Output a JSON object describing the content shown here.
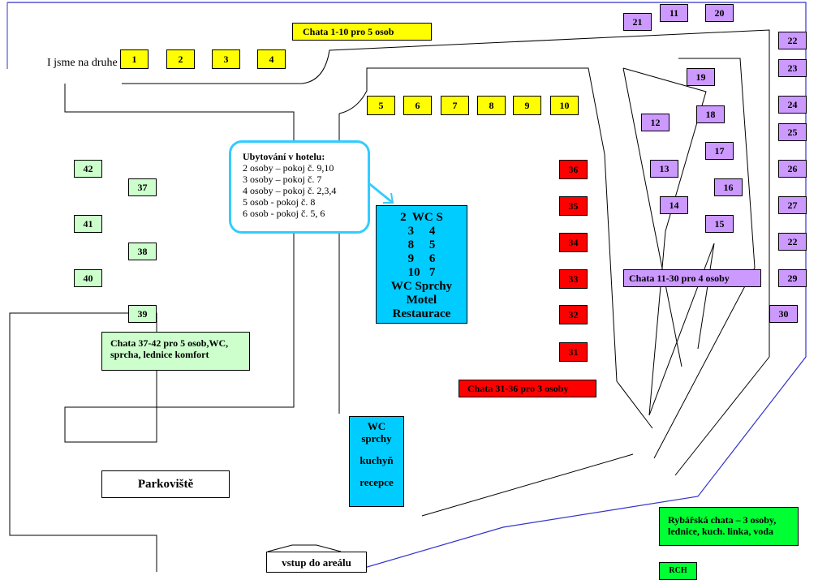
{
  "cabins_yellow": [
    {
      "id": "cab-1",
      "label": "1"
    },
    {
      "id": "cab-2",
      "label": "2"
    },
    {
      "id": "cab-3",
      "label": "3"
    },
    {
      "id": "cab-4",
      "label": "4"
    },
    {
      "id": "cab-5",
      "label": "5"
    },
    {
      "id": "cab-6",
      "label": "6"
    },
    {
      "id": "cab-7",
      "label": "7"
    },
    {
      "id": "cab-8",
      "label": "8"
    },
    {
      "id": "cab-9",
      "label": "9"
    },
    {
      "id": "cab-10",
      "label": "10"
    }
  ],
  "cabins_red": [
    {
      "id": "cab-31",
      "label": "31"
    },
    {
      "id": "cab-32",
      "label": "32"
    },
    {
      "id": "cab-33",
      "label": "33"
    },
    {
      "id": "cab-34",
      "label": "34"
    },
    {
      "id": "cab-35",
      "label": "35"
    },
    {
      "id": "cab-36",
      "label": "36"
    }
  ],
  "cabins_purple": [
    {
      "id": "cab-11",
      "label": "11"
    },
    {
      "id": "cab-12",
      "label": "12"
    },
    {
      "id": "cab-13",
      "label": "13"
    },
    {
      "id": "cab-14",
      "label": "14"
    },
    {
      "id": "cab-15",
      "label": "15"
    },
    {
      "id": "cab-16",
      "label": "16"
    },
    {
      "id": "cab-17",
      "label": "17"
    },
    {
      "id": "cab-18",
      "label": "18"
    },
    {
      "id": "cab-19",
      "label": "19"
    },
    {
      "id": "cab-20",
      "label": "20"
    },
    {
      "id": "cab-21",
      "label": "21"
    },
    {
      "id": "cab-22a",
      "label": "22"
    },
    {
      "id": "cab-23",
      "label": "23"
    },
    {
      "id": "cab-24",
      "label": "24"
    },
    {
      "id": "cab-25",
      "label": "25"
    },
    {
      "id": "cab-26",
      "label": "26"
    },
    {
      "id": "cab-27",
      "label": "27"
    },
    {
      "id": "cab-22b",
      "label": "22"
    },
    {
      "id": "cab-29",
      "label": "29"
    },
    {
      "id": "cab-30",
      "label": "30"
    }
  ],
  "cabins_lgreen": [
    {
      "id": "cab-37",
      "label": "37"
    },
    {
      "id": "cab-38",
      "label": "38"
    },
    {
      "id": "cab-39",
      "label": "39"
    },
    {
      "id": "cab-40",
      "label": "40"
    },
    {
      "id": "cab-41",
      "label": "41"
    },
    {
      "id": "cab-42",
      "label": "42"
    }
  ],
  "labels": {
    "chata_1_10": "Chata  1-10   pro 5 osob",
    "chata_11_30": "Chata 11-30  pro 4 osoby",
    "chata_31_36": "Chata 31-36  pro 3 osoby",
    "chata_37_42_l1": "Chata 37-42   pro 5 osob,WC,",
    "chata_37_42_l2": "sprcha, lednice komfort",
    "rybarska_l1": "Rybářská chata – 3 osoby,",
    "rybarska_l2": "lednice, kuch. linka, voda",
    "rch": "RCH",
    "parkoviste": "Parkoviště",
    "vstup": "vstup do areálu",
    "druhe": "I jsme na druhe"
  },
  "callout": {
    "title": "Ubytování v hotelu:",
    "lines": [
      "2 osoby – pokoj č.  9,10",
      "3 osoby – pokoj č.  7",
      "4 osoby – pokoj č. 2,3,4",
      "5 osob   - pokoj č.  8",
      "6 osob   - pokoj č.  5, 6"
    ]
  },
  "hotel_block": {
    "rows": [
      "2  WC S",
      "3     4",
      "8     5",
      "9     6",
      "10   7"
    ],
    "footer": [
      "WC Sprchy",
      "Motel",
      "Restaurace"
    ]
  },
  "reception_block": {
    "lines": [
      "WC",
      "sprchy",
      "kuchyň",
      "recepce"
    ]
  },
  "colors": {
    "yellow": "#ffff00",
    "red": "#ff0000",
    "purple": "#cc99ff",
    "light_green": "#ccffcc",
    "green": "#00ff33",
    "cyan": "#00ccff",
    "boundary_blue": "#3333cc"
  }
}
